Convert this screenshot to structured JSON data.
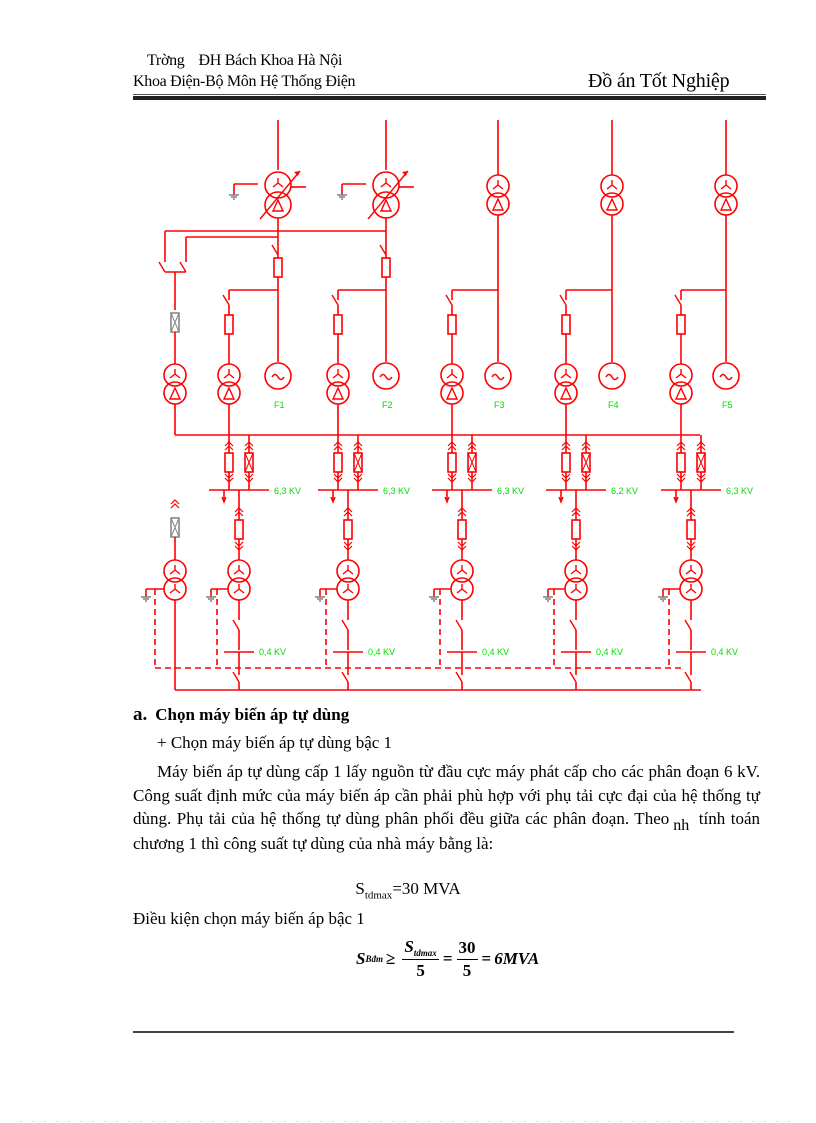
{
  "header": {
    "school_line_a": "Trờng",
    "school_line_b": "ĐH Bách Khoa Hà Nội",
    "department": "Khoa Điện-Bộ Môn Hệ Thống Điện",
    "doc_type": "Đồ án Tốt Nghiệp"
  },
  "diagram": {
    "line_color": "#ff0000",
    "label_color": "#00dd00",
    "ground_color": "#808080",
    "generators": [
      {
        "label": "F1"
      },
      {
        "label": "F2"
      },
      {
        "label": "F3"
      },
      {
        "label": "F4"
      },
      {
        "label": "F5"
      }
    ],
    "bus_6kv_labels": [
      "6,3 KV",
      "6,3 KV",
      "6,3 KV",
      "6,2 KV",
      "6,3 KV"
    ],
    "bus_04kv_labels": [
      "0,4 KV",
      "0,4 KV",
      "0,4 KV",
      "0,4 KV",
      "0,4 KV"
    ]
  },
  "section": {
    "letter": "a.",
    "title": "Chọn máy biến áp tự dùng",
    "subtitle": "+ Chọn máy biến áp tự dùng bậc 1",
    "para_part1": "Máy biến áp tự dùng cấp 1 lấy nguồn từ đầu cực máy phát cấp cho các phân đoạn 6 kV. Công suất định mức của máy biến áp cần phải phù hợp với phụ tải cực đại của hệ thống tự dùng. Phụ tải của hệ thống tự dùng phân phối đều giữa các phân đoạn. Theo",
    "para_sub": "nh",
    "para_part2": "tính toán chương 1 thì công suất tự dùng của nhà máy bằng là:",
    "formula1_S": "S",
    "formula1_sub": "tdmax",
    "formula1_rest": "=30 MVA",
    "condition": "Điều kiện  chọn máy biến áp bậc 1",
    "formula2": {
      "lhs": "S",
      "lhs_sub": "Bđm",
      "op": "≥",
      "frac1_num": "S",
      "frac1_num_sub": "tdmax",
      "frac1_den": "5",
      "eq1": "=",
      "frac2_num": "30",
      "frac2_den": "5",
      "eq2": "=",
      "result": "6MVA"
    }
  }
}
